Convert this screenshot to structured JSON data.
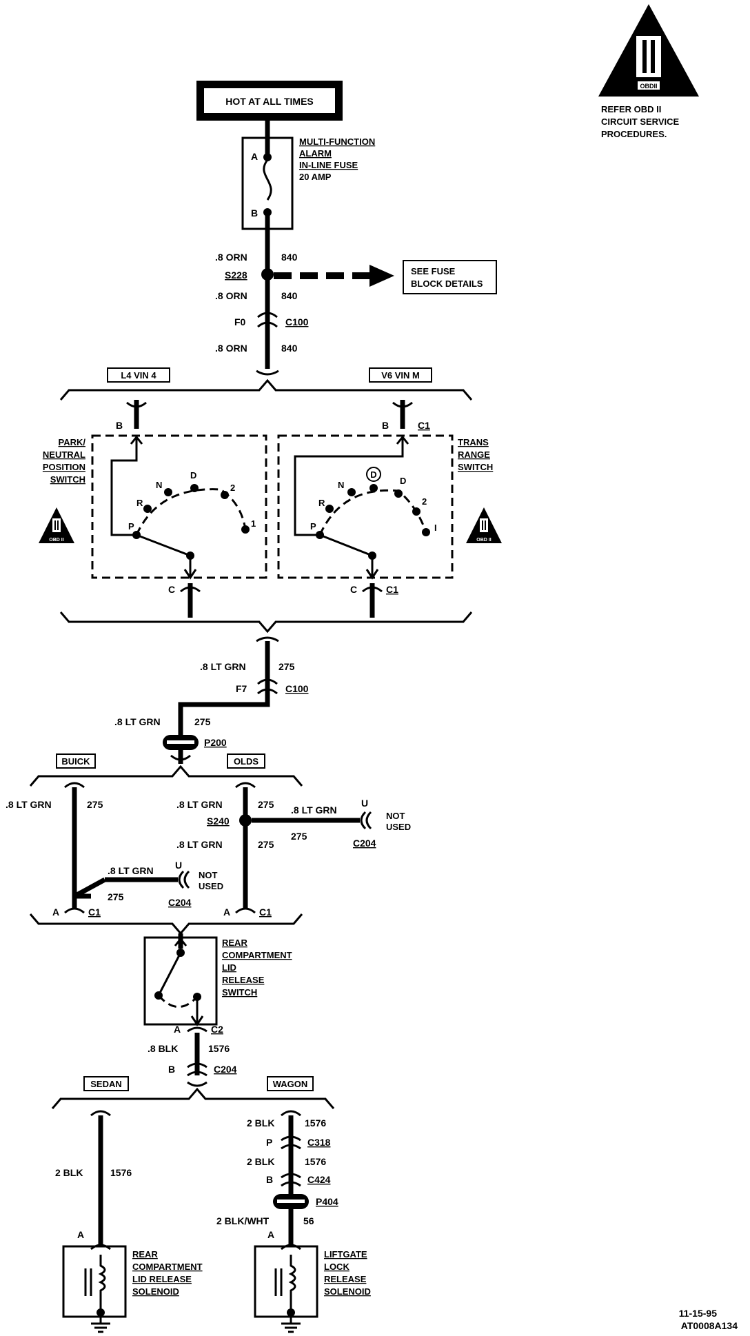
{
  "top": {
    "hot_label": "HOT AT ALL TIMES",
    "fuse_label": [
      "MULTI-FUNCTION",
      "ALARM",
      "IN-LINE FUSE",
      "20 AMP"
    ],
    "fuse_pin_a": "A",
    "fuse_pin_b": "B",
    "obd_notice": [
      "REFER OBD II",
      "CIRCUIT SERVICE",
      "PROCEDURES."
    ],
    "obd_badge": "OBDII"
  },
  "circuit_840": {
    "wire1_size": ".8 ORN",
    "wire1_num": "840",
    "splice": "S228",
    "fuse_block_ref": [
      "SEE FUSE",
      "BLOCK DETAILS"
    ],
    "wire2_size": ".8 ORN",
    "wire2_num": "840",
    "conn_pin": "F0",
    "conn": "C100",
    "wire3_size": ".8 ORN",
    "wire3_num": "840"
  },
  "switches": {
    "left_option": "L4 VIN 4",
    "right_option": "V6 VIN M",
    "left_name": [
      "PARK/",
      "NEUTRAL",
      "POSITION",
      "SWITCH"
    ],
    "right_name": [
      "TRANS",
      "RANGE",
      "SWITCH"
    ],
    "left_pin_top": "B",
    "left_pin_bottom": "C",
    "right_pin_top": "B",
    "right_conn_top": "C1",
    "right_pin_bottom": "C",
    "right_conn_bottom": "C1",
    "left_positions": [
      "P",
      "R",
      "N",
      "D",
      "2",
      "1"
    ],
    "right_positions": [
      "P",
      "R",
      "N",
      "D",
      "D",
      "2",
      "I"
    ],
    "obd_badge_left": "OBD II",
    "obd_badge_right": "OBD II"
  },
  "circuit_275": {
    "w1_size": ".8 LT GRN",
    "w1_num": "275",
    "conn_pin": "F7",
    "conn": "C100",
    "w2_size": ".8 LT GRN",
    "w2_num": "275",
    "pass_through": "P200",
    "buick": "BUICK",
    "olds": "OLDS",
    "buick_size": ".8 LT GRN",
    "buick_num": "275",
    "olds_size": ".8 LT GRN",
    "olds_num": "275",
    "splice": "S240",
    "olds_branch_size": ".8 LT GRN",
    "olds_branch_num": "275",
    "olds_branch_pin": "U",
    "olds_branch_conn": "C204",
    "not_used": [
      "NOT",
      "USED"
    ],
    "olds_down_size": ".8 LT GRN",
    "olds_down_num": "275",
    "buick_branch_size": ".8 LT GRN",
    "buick_branch_num": "275",
    "buick_branch_pin": "U",
    "buick_branch_conn": "C204",
    "not_used2": [
      "NOT",
      "USED"
    ],
    "buick_pin": "A",
    "buick_conn": "C1",
    "olds_pin": "A",
    "olds_conn": "C1"
  },
  "release_switch": {
    "name": [
      "REAR",
      "COMPARTMENT",
      "LID",
      "RELEASE",
      "SWITCH"
    ],
    "pin": "A",
    "conn": "C2",
    "wire_size": ".8 BLK",
    "wire_num": "1576",
    "pin2": "B",
    "conn2": "C204"
  },
  "bottom": {
    "sedan": "SEDAN",
    "wagon": "WAGON",
    "sedan_size": "2 BLK",
    "sedan_num": "1576",
    "wagon_size1": "2 BLK",
    "wagon_num1": "1576",
    "wagon_pin1": "P",
    "wagon_conn1": "C318",
    "wagon_size2": "2 BLK",
    "wagon_num2": "1576",
    "wagon_pin2": "B",
    "wagon_conn2": "C424",
    "wagon_pt": "P404",
    "wagon_size3": "2 BLK/WHT",
    "wagon_num3": "56",
    "sedan_pin": "A",
    "wagon_pin3": "A",
    "sedan_solenoid": [
      "REAR",
      "COMPARTMENT",
      "LID RELEASE",
      "SOLENOID"
    ],
    "wagon_solenoid": [
      "LIFTGATE",
      "LOCK",
      "RELEASE",
      "SOLENOID"
    ]
  },
  "footer": {
    "date": "11-15-95",
    "code": "AT0008A134"
  }
}
